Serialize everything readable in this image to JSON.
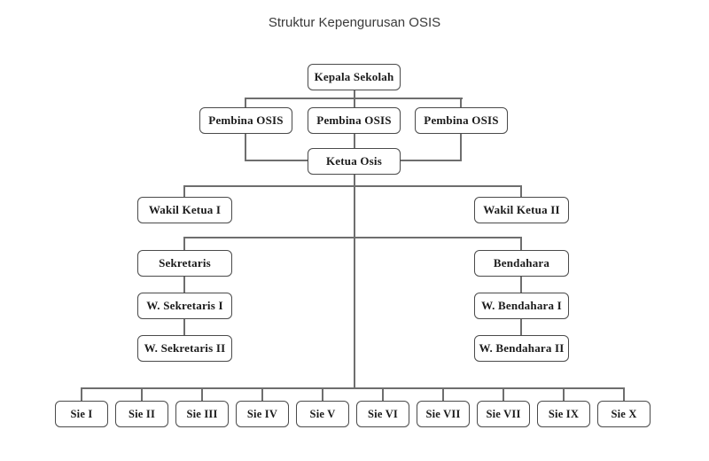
{
  "title": "Struktur Kepengurusan OSIS",
  "colors": {
    "border_color": "#4a4a4a",
    "line_color": "#6e6e6e",
    "text_color": "#1b1b1b"
  },
  "nodes": {
    "kepala_sekolah": "Kepala Sekolah",
    "pembina_1": "Pembina OSIS",
    "pembina_2": "Pembina OSIS",
    "pembina_3": "Pembina OSIS",
    "ketua": "Ketua Osis",
    "wakil_ketua_1": "Wakil Ketua I",
    "wakil_ketua_2": "Wakil Ketua II",
    "sekretaris": "Sekretaris",
    "w_sekretaris_1": "W. Sekretaris I",
    "w_sekretaris_2": "W. Sekretaris II",
    "bendahara": "Bendahara",
    "w_bendahara_1": "W. Bendahara I",
    "w_bendahara_2": "W. Bendahara II",
    "sie": [
      "Sie I",
      "Sie II",
      "Sie III",
      "Sie IV",
      "Sie V",
      "Sie VI",
      "Sie VII",
      "Sie VII",
      "Sie IX",
      "Sie X"
    ]
  }
}
